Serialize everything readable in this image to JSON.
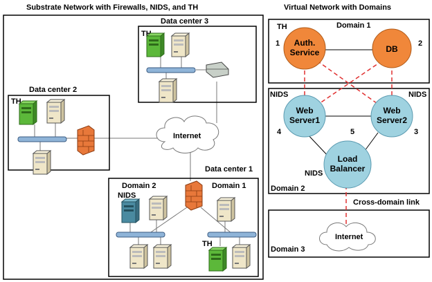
{
  "left_title": "Substrate Network with Firewalls, NIDS, and TH",
  "right_title": "Virtual Network with Domains",
  "dc1_label": "Data center 1",
  "dc2_label": "Data center 2",
  "dc3_label": "Data center 3",
  "internet_label": "Internet",
  "th_label": "TH",
  "nids_label": "NIDS",
  "dc1_domain2_label": "Domain 2",
  "dc1_domain1_label": "Domain 1",
  "vn_domain1_label": "Domain 1",
  "vn_domain2_label": "Domain 2",
  "vn_domain3_label": "Domain 3",
  "cross_domain_label": "Cross-domain link",
  "vn_internet_label": "Internet",
  "nodes": {
    "auth": {
      "line1": "Auth.",
      "line2": "Service",
      "num": "1",
      "tag": "TH"
    },
    "db": {
      "line1": "DB",
      "num": "2"
    },
    "web1": {
      "line1": "Web",
      "line2": "Server1",
      "num": "4",
      "tag": "NIDS"
    },
    "web2": {
      "line1": "Web",
      "line2": "Server2",
      "num": "3",
      "tag": "NIDS"
    },
    "lb": {
      "line1": "Load",
      "line2": "Balancer",
      "num": "5",
      "tag": "NIDS"
    }
  },
  "colors": {
    "orange_node": "#f0873a",
    "blue_node": "#9fd2e0",
    "red_dash": "#e03030",
    "firewall": "#e8783a",
    "green_server": "#5cb83a",
    "teal_server": "#4a8aa0",
    "beige_server": "#efe6c8"
  }
}
